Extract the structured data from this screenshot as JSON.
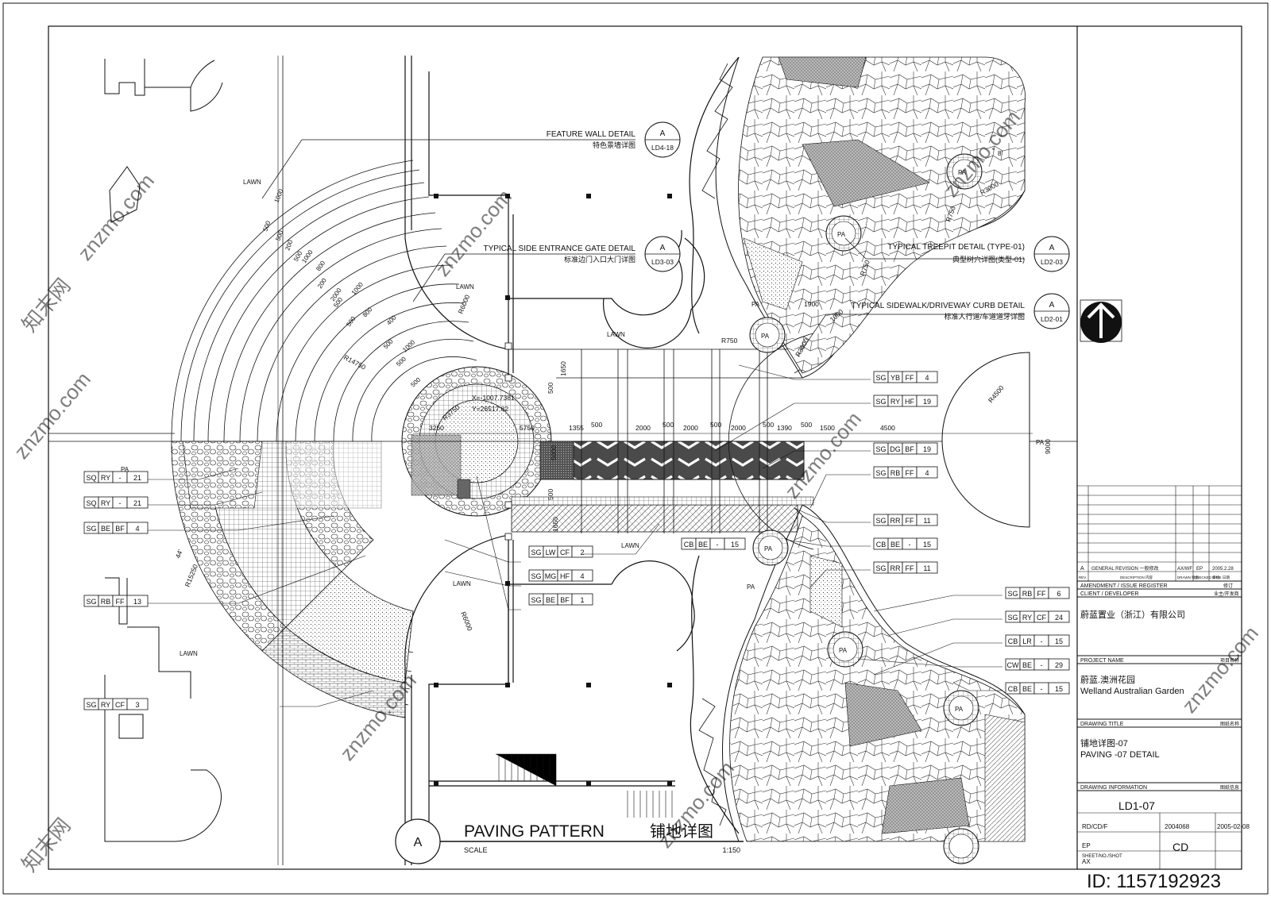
{
  "drawing": {
    "title_en": "PAVING PATTERN",
    "title_cn": "铺地详图",
    "section_mark": "A",
    "scale_label": "SCALE",
    "scale_value": "1:150"
  },
  "detail_callouts": [
    {
      "title": "FEATURE WALL DETAIL",
      "subtitle": "特色景墙详图",
      "mark": "A",
      "sheet": "LD4-18"
    },
    {
      "title": "TYPICAL SIDE ENTRANCE GATE DETAIL",
      "subtitle": "标准边门入口大门详图",
      "mark": "A",
      "sheet": "LD3-03"
    },
    {
      "title": "TYPICAL TREEPIT DETAIL  (TYPE-01)",
      "subtitle": "典型树穴详图(类型-01)",
      "mark": "A",
      "sheet": "LD2-03"
    },
    {
      "title": "TYPICAL SIDEWALK/DRIVEWAY CURB DETAIL",
      "subtitle": "标准人行道/车道道牙详图",
      "mark": "A",
      "sheet": "LD2-01"
    }
  ],
  "material_tags_left": [
    {
      "cells": [
        "SQ",
        "RY",
        "-",
        "21"
      ]
    },
    {
      "cells": [
        "SQ",
        "RY",
        "-",
        "21"
      ]
    },
    {
      "cells": [
        "SG",
        "BE",
        "BF",
        "4"
      ]
    },
    {
      "cells": [
        "SG",
        "RB",
        "FF",
        "13"
      ]
    },
    {
      "cells": [
        "SG",
        "RY",
        "CF",
        "3"
      ]
    }
  ],
  "material_tags_center": [
    {
      "cells": [
        "CB",
        "BE",
        "-",
        "15"
      ]
    },
    {
      "cells": [
        "SG",
        "LW",
        "CF",
        "2"
      ]
    },
    {
      "cells": [
        "SG",
        "MG",
        "HF",
        "4"
      ]
    },
    {
      "cells": [
        "SG",
        "BE",
        "BF",
        "1"
      ]
    }
  ],
  "material_tags_right": [
    {
      "cells": [
        "SG",
        "YB",
        "FF",
        "4"
      ]
    },
    {
      "cells": [
        "SG",
        "RY",
        "HF",
        "19"
      ]
    },
    {
      "cells": [
        "SG",
        "DG",
        "BF",
        "19"
      ]
    },
    {
      "cells": [
        "SG",
        "RB",
        "FF",
        "4"
      ]
    },
    {
      "cells": [
        "SG",
        "RR",
        "FF",
        "11"
      ]
    },
    {
      "cells": [
        "CB",
        "BE",
        "-",
        "15"
      ]
    },
    {
      "cells": [
        "SG",
        "RR",
        "FF",
        "11"
      ]
    }
  ],
  "material_tags_far_right": [
    {
      "cells": [
        "SG",
        "RB",
        "FF",
        "6"
      ]
    },
    {
      "cells": [
        "SG",
        "RY",
        "CF",
        "24"
      ]
    },
    {
      "cells": [
        "CB",
        "LR",
        "-",
        "15"
      ]
    },
    {
      "cells": [
        "CW",
        "BE",
        "-",
        "29"
      ]
    },
    {
      "cells": [
        "CB",
        "BE",
        "-",
        "15"
      ]
    }
  ],
  "area_labels": {
    "lawn": "LAWN",
    "pa": "PA"
  },
  "dimensions": {
    "row_top": [
      "3250",
      "5750",
      "1355",
      "500",
      "2000",
      "500",
      "2000",
      "500",
      "2000",
      "500",
      "1390",
      "500",
      "1500",
      "4500"
    ],
    "vertical": [
      "1650",
      "500",
      "5000",
      "500",
      "1650",
      "9000"
    ],
    "radii": [
      "R6000",
      "R6000",
      "R14750",
      "R3750",
      "R750",
      "R750",
      "R750",
      "R3000",
      "R3000",
      "R4500",
      "R15250"
    ],
    "misc": [
      "1900",
      "1000",
      "8'",
      "44'"
    ],
    "coordinate_x": "X=-1007.7381",
    "coordinate_y": "Y=26517.82",
    "arc_stack": [
      "1000",
      "500",
      "500",
      "500",
      "200",
      "200",
      "500",
      "500",
      "1000",
      "800",
      "1000",
      "800",
      "500",
      "500",
      "2000",
      "400",
      "1000",
      "500"
    ]
  },
  "title_block": {
    "revision": {
      "mark": "A",
      "text": "GENERAL REVISION 一般修改",
      "drawn": "AX/WF",
      "checked": "EP",
      "date": "2005.2.28"
    },
    "revision_headers": [
      "REV.",
      "DESCRIPTION 内容",
      "DRAWN 绘图",
      "CHECKED 审核",
      "DATE 日期"
    ],
    "amendment_label": "AMENDMENT / ISSUE REGISTER",
    "amendment_cn": "修订",
    "client_label": "CLIENT / DEVELOPER",
    "client_cn_label": "业主/开发商",
    "client_name": "蔚蓝置业（浙江）有限公司",
    "project_label": "PROJECT NAME",
    "project_cn_label": "项目名称",
    "project_name_cn": "蔚蓝.澳洲花园",
    "project_name_en": "Welland Australian Garden",
    "drawing_title_label": "DRAWING TITLE",
    "drawing_title_cn_label": "图纸名称",
    "drawing_title_cn": "铺地详图-07",
    "drawing_title_en": "PAVING -07 DETAIL",
    "drawing_info_label": "DRAWING INFORMATION",
    "drawing_info_cn_label": "图纸信息",
    "drawing_number": "LD1-07",
    "job_number": "RD/CD/F",
    "job_code": "2004068",
    "checked_by": "EP",
    "date": "2005-02-08",
    "drawn_by": "AX",
    "stage": "CD",
    "sheet_label": "SHEET/NO./SHOT"
  },
  "watermark": {
    "text": "znzmo.com",
    "site_cn": "知末网",
    "id": "ID: 1157192923"
  },
  "colors": {
    "ink": "#111111",
    "paper": "#ffffff",
    "watermark": "#c9c9c9"
  }
}
